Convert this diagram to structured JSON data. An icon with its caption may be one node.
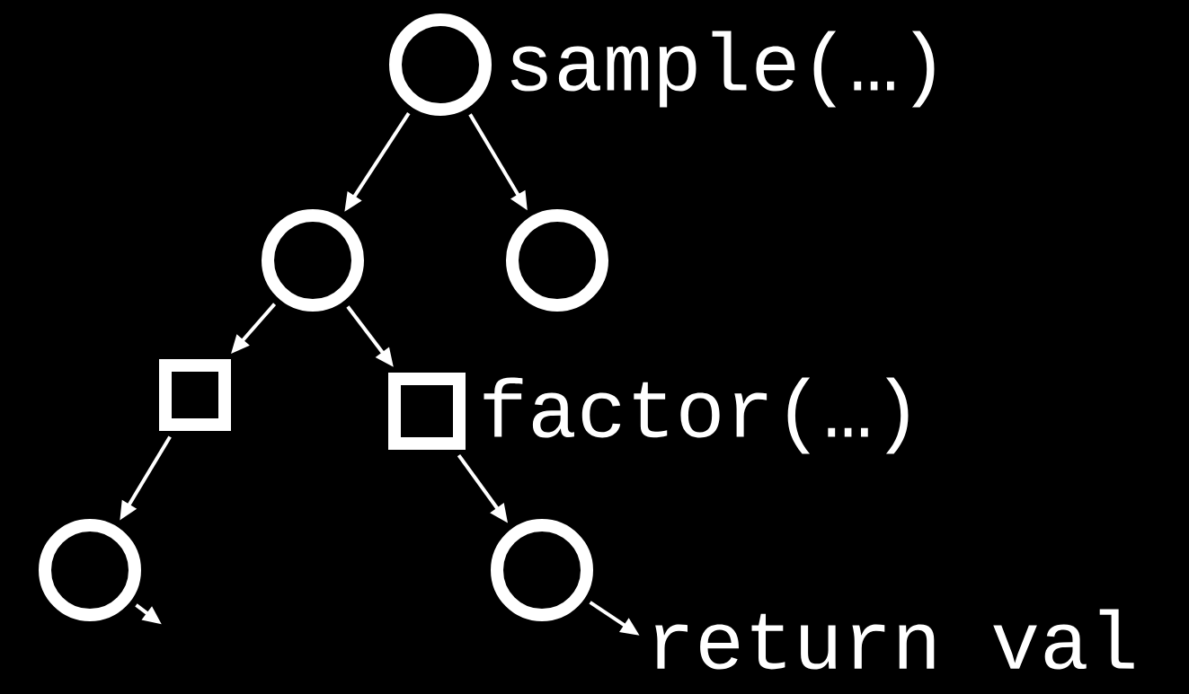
{
  "diagram": {
    "nodes": [
      {
        "text": [],
        "shape": "circle",
        "beside": [
          "sample(…)"
        ]
      },
      {
        "text": [],
        "shape": "circle"
      },
      {
        "text": [],
        "shape": "circle"
      },
      {
        "text": [],
        "shape": "box"
      },
      {
        "text": [],
        "shape": "box",
        "beside": [
          "factor(…)"
        ]
      },
      {
        "text": [],
        "shape": "circle"
      },
      {
        "text": [],
        "shape": "circle"
      },
      {
        "text": [
          "return val"
        ]
      }
    ],
    "edges": [
      {
        "from": 0,
        "to": 1,
        "arrow": "to"
      },
      {
        "from": 0,
        "to": 2,
        "arrow": "to"
      },
      {
        "from": 1,
        "to": 3,
        "arrow": "to"
      },
      {
        "from": 1,
        "to": 4,
        "arrow": "to"
      },
      {
        "from": 3,
        "to": 5,
        "arrow": "to"
      },
      {
        "from": 4,
        "to": 6,
        "arrow": "to"
      },
      {
        "from": 5,
        "to": null,
        "arrow": "to"
      },
      {
        "from": 6,
        "to": 7,
        "arrow": "to"
      }
    ]
  }
}
